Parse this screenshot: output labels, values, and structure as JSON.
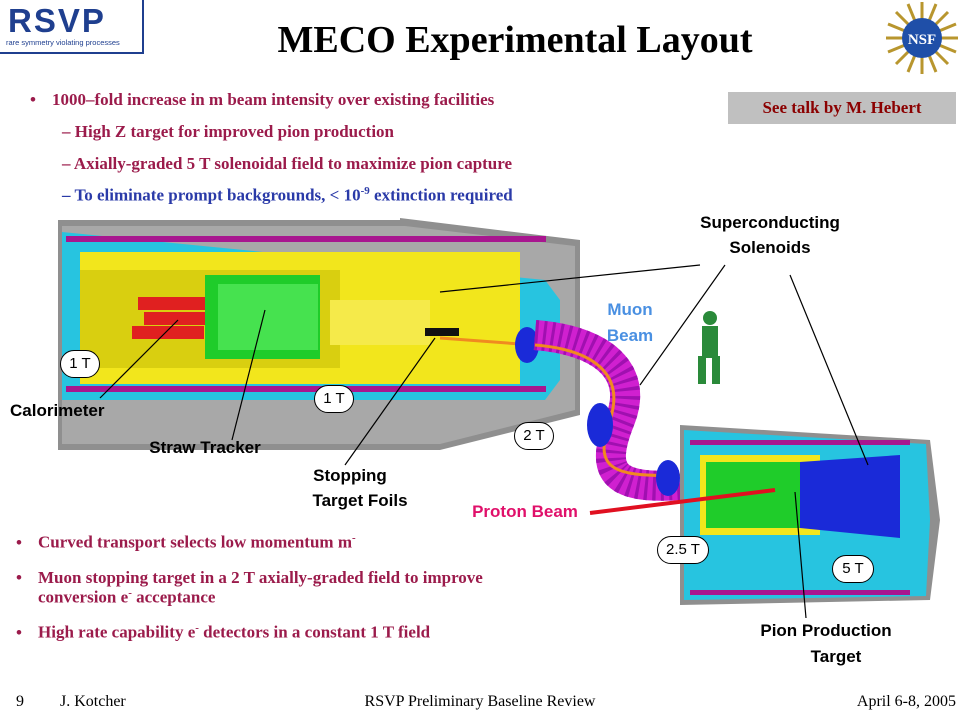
{
  "logo": {
    "name": "RSVP",
    "tagline": "rare symmetry violating processes"
  },
  "title": "MECO Experimental Layout",
  "nsf_logo": "NSF",
  "see_talk": "See talk by M. Hebert",
  "top_bullets": {
    "main": "1000–fold increase in m beam intensity over existing facilities",
    "subs": [
      "High Z target for improved pion production",
      "Axially-graded 5 T solenoidal field to maximize pion capture",
      "To eliminate prompt backgrounds,  < 10",
      "-9",
      " extinction required"
    ]
  },
  "diagram_labels": {
    "superconducting": "Superconducting",
    "solenoids": "Solenoids",
    "muon": "Muon",
    "beam": "Beam",
    "calorimeter": "Calorimeter",
    "straw_tracker": "Straw Tracker",
    "stopping": "Stopping",
    "target_foils": "Target Foils",
    "proton_beam": "Proton Beam",
    "pion_production": "Pion Production",
    "target": "Target"
  },
  "field_values": [
    "1 T",
    "1 T",
    "2 T",
    "2.5 T",
    "5 T"
  ],
  "bottom_bullets": {
    "b1": "Curved transport selects low momentum m",
    "b1_sup": "-",
    "b2a": "Muon stopping target in a 2 T axially-graded field to improve",
    "b2b": "conversion e",
    "b2b_sup": "-",
    "b2c": " acceptance",
    "b3a": "High rate capability e",
    "b3_sup": "-",
    "b3b": " detectors in a constant 1 T field"
  },
  "footer": {
    "page": "9",
    "author": "J. Kotcher",
    "event": "RSVP Preliminary Baseline Review",
    "date": "April 6-8, 2005"
  },
  "colors": {
    "bullet_text": "#9b1b4b",
    "blue_text": "#2a3aa8",
    "muon_label": "#4a90e2",
    "proton_label": "#e0106a",
    "see_talk_bg": "#c0c0c0"
  }
}
